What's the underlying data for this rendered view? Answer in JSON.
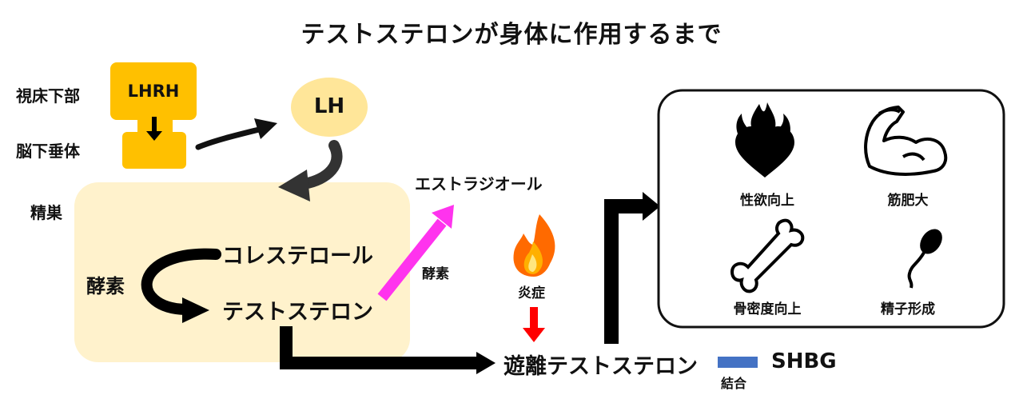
{
  "title": "テストステロンが身体に作用するまで",
  "regions": {
    "hypothalamus": "視床下部",
    "pituitary": "脳下垂体",
    "testis": "精巣"
  },
  "nodes": {
    "lhrh": "LHRH",
    "lh": "LH",
    "cholesterol": "コレステロール",
    "testosterone": "テストステロン",
    "estradiol": "エストラジオール",
    "free_testosterone": "遊離テストステロン",
    "shbg": "SHBG"
  },
  "labels": {
    "enzyme_main": "酵素",
    "enzyme_side": "酵素",
    "inflammation": "炎症",
    "binding": "結合"
  },
  "effects": [
    {
      "label": "性欲向上",
      "icon": "flaming-heart-icon"
    },
    {
      "label": "筋肥大",
      "icon": "flexed-bicep-icon"
    },
    {
      "label": "骨密度向上",
      "icon": "bone-icon"
    },
    {
      "label": "精子形成",
      "icon": "sperm-icon"
    }
  ],
  "colors": {
    "lhrh_box": "#ffc000",
    "lh_oval": "#ffe699",
    "testis_bg": "#fff2cc",
    "enzyme_arrow": "#ff33ee",
    "inflammation_arrow": "#ff0000",
    "shbg_bar": "#4472c4"
  }
}
